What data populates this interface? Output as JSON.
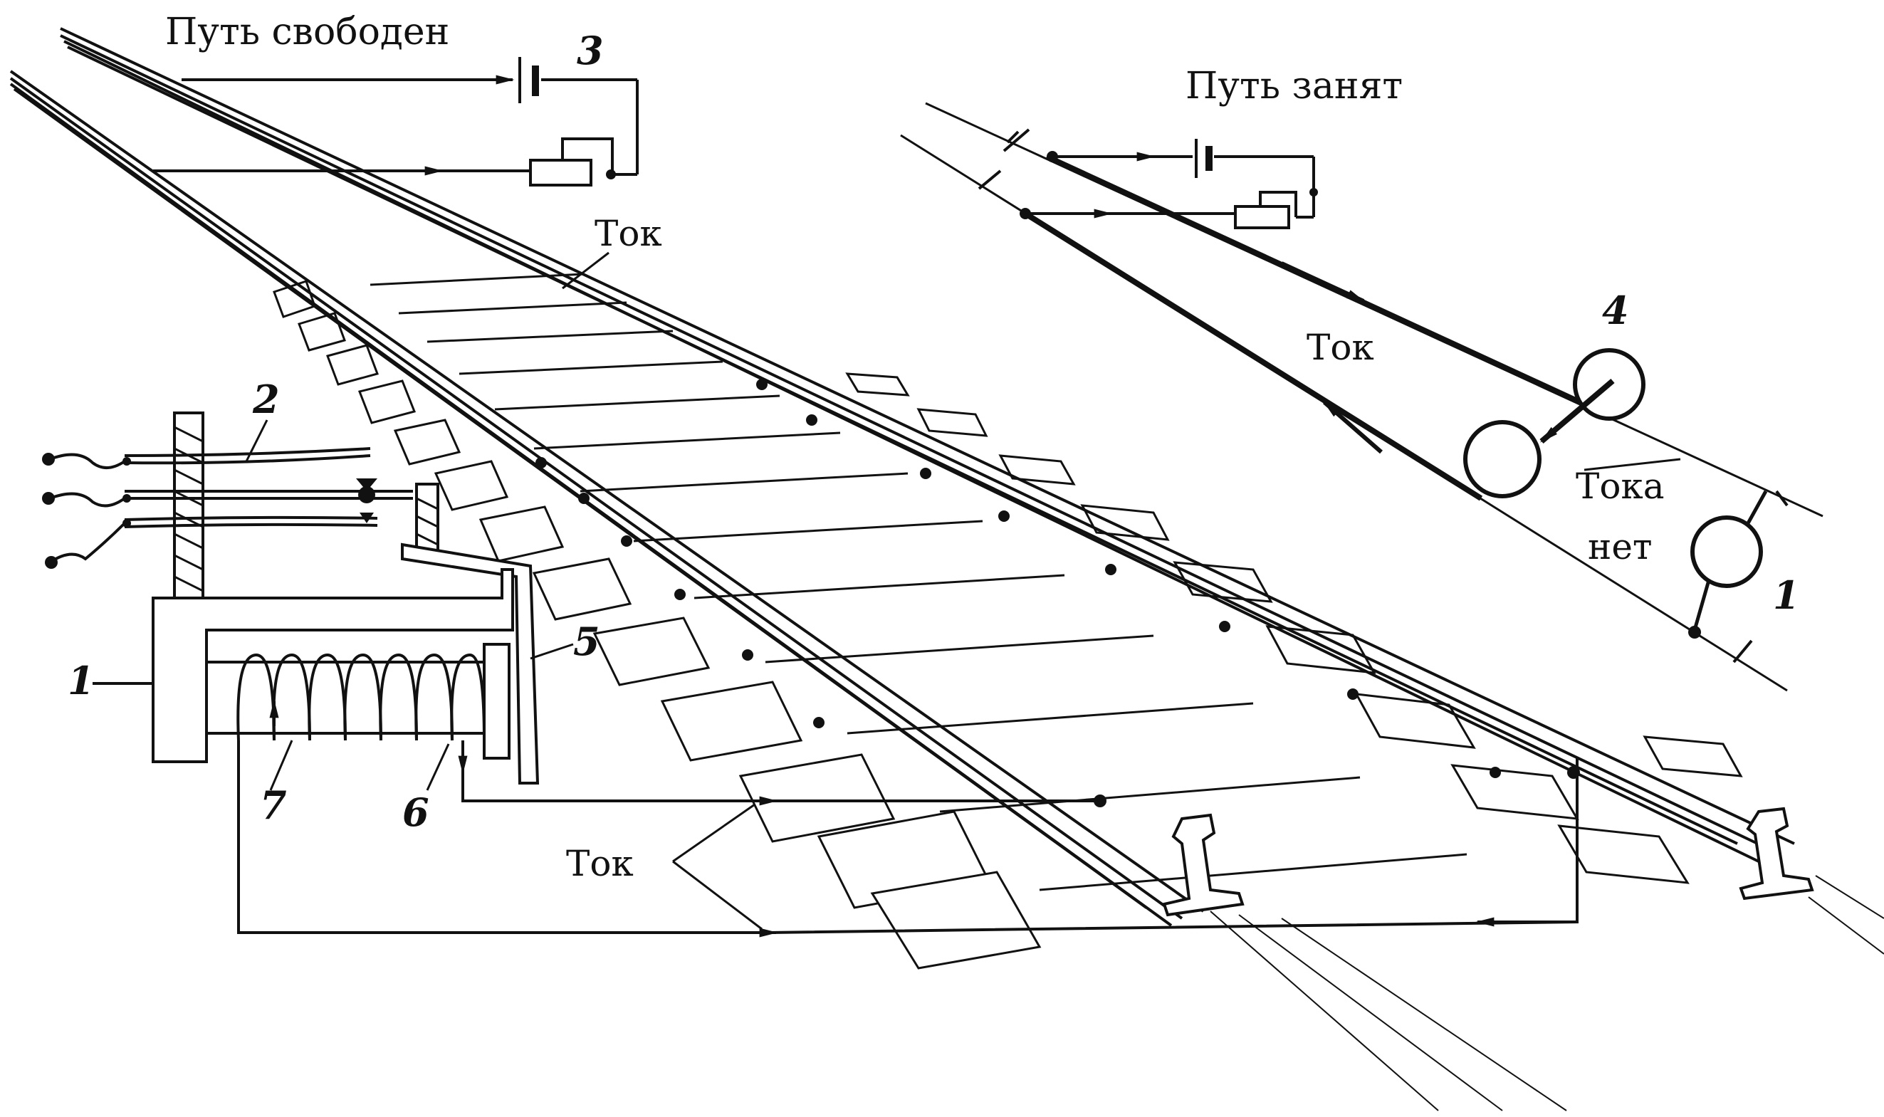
{
  "labels": {
    "track_free": "Путь свободен",
    "track_occupied": "Путь занят",
    "current_upper": "Ток",
    "current_right": "Ток",
    "current_lower": "Ток",
    "no_current_line1": "Тока",
    "no_current_line2": "нет"
  },
  "numbers": {
    "relay_left": "1",
    "relay_right": "1",
    "contacts": "2",
    "battery": "3",
    "wheelset": "4",
    "armature": "5",
    "core": "6",
    "coil": "7"
  }
}
